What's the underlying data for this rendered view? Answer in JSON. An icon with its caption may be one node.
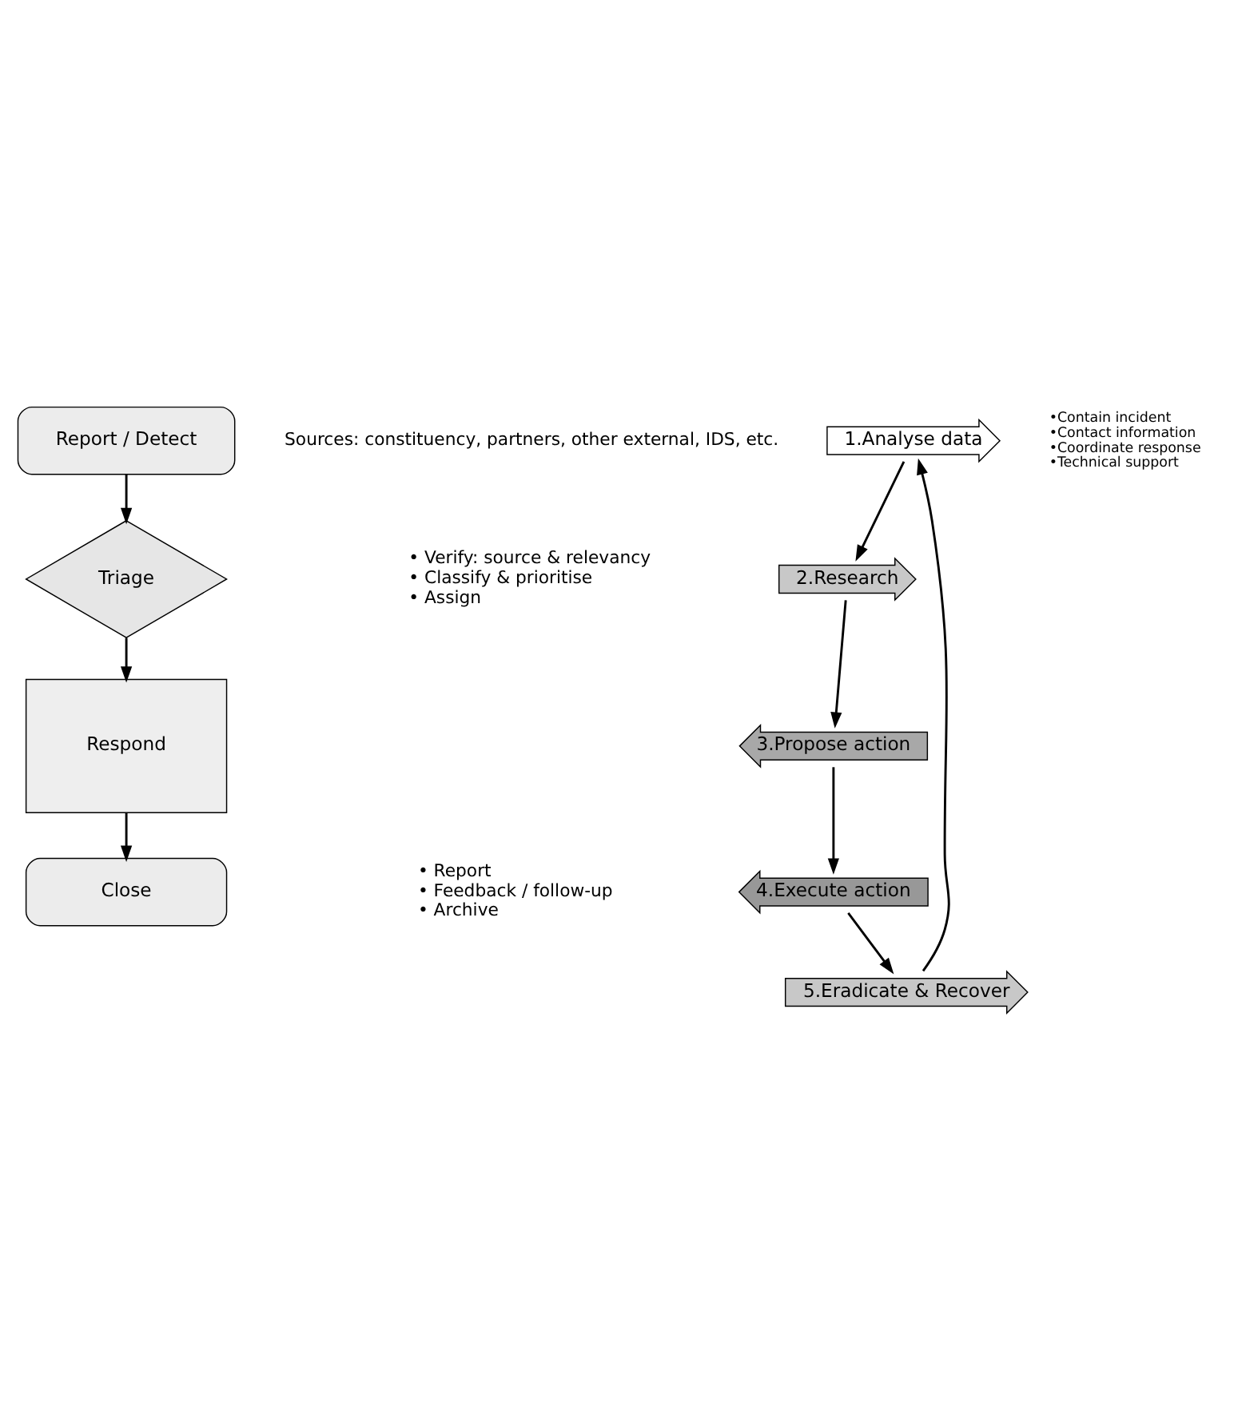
{
  "diagram": {
    "nodes": [
      {
        "text": [
          "Report / Detect"
        ],
        "beside": [
          "Sources: constituency, partners, other external, IDS, etc."
        ]
      },
      {
        "text": [
          "Triage"
        ],
        "beside": [
          "• Verify: source & relevancy",
          "• Classify & prioritise",
          "• Assign"
        ]
      },
      {
        "text": [
          "Respond"
        ]
      },
      {
        "text": [
          "Close"
        ],
        "beside": [
          "• Report",
          "• Feedback / follow-up",
          "• Archive"
        ]
      },
      {
        "text": [
          "1.Analyse data"
        ]
      },
      {
        "text": [
          "2.Research"
        ]
      },
      {
        "text": [
          "3.Propose action"
        ]
      },
      {
        "text": [
          "4.Execute action"
        ]
      },
      {
        "text": [
          "5.Eradicate & Recover"
        ]
      }
    ],
    "edges": [
      {
        "from": 0,
        "to": 1,
        "arrow": "to"
      },
      {
        "from": 1,
        "to": 2,
        "arrow": "to"
      },
      {
        "from": 2,
        "to": 3,
        "arrow": "to"
      },
      {
        "from": 4,
        "to": 5,
        "arrow": "to"
      },
      {
        "from": 5,
        "to": 6,
        "arrow": "to"
      },
      {
        "from": 6,
        "to": 7,
        "arrow": "to"
      },
      {
        "from": 7,
        "to": 8,
        "arrow": "to"
      },
      {
        "from": 8,
        "to": 4,
        "arrow": "to"
      }
    ],
    "labels": [
      "•Contain incident",
      "•Contact information",
      "•Coordinate response",
      "•Technical support"
    ]
  }
}
